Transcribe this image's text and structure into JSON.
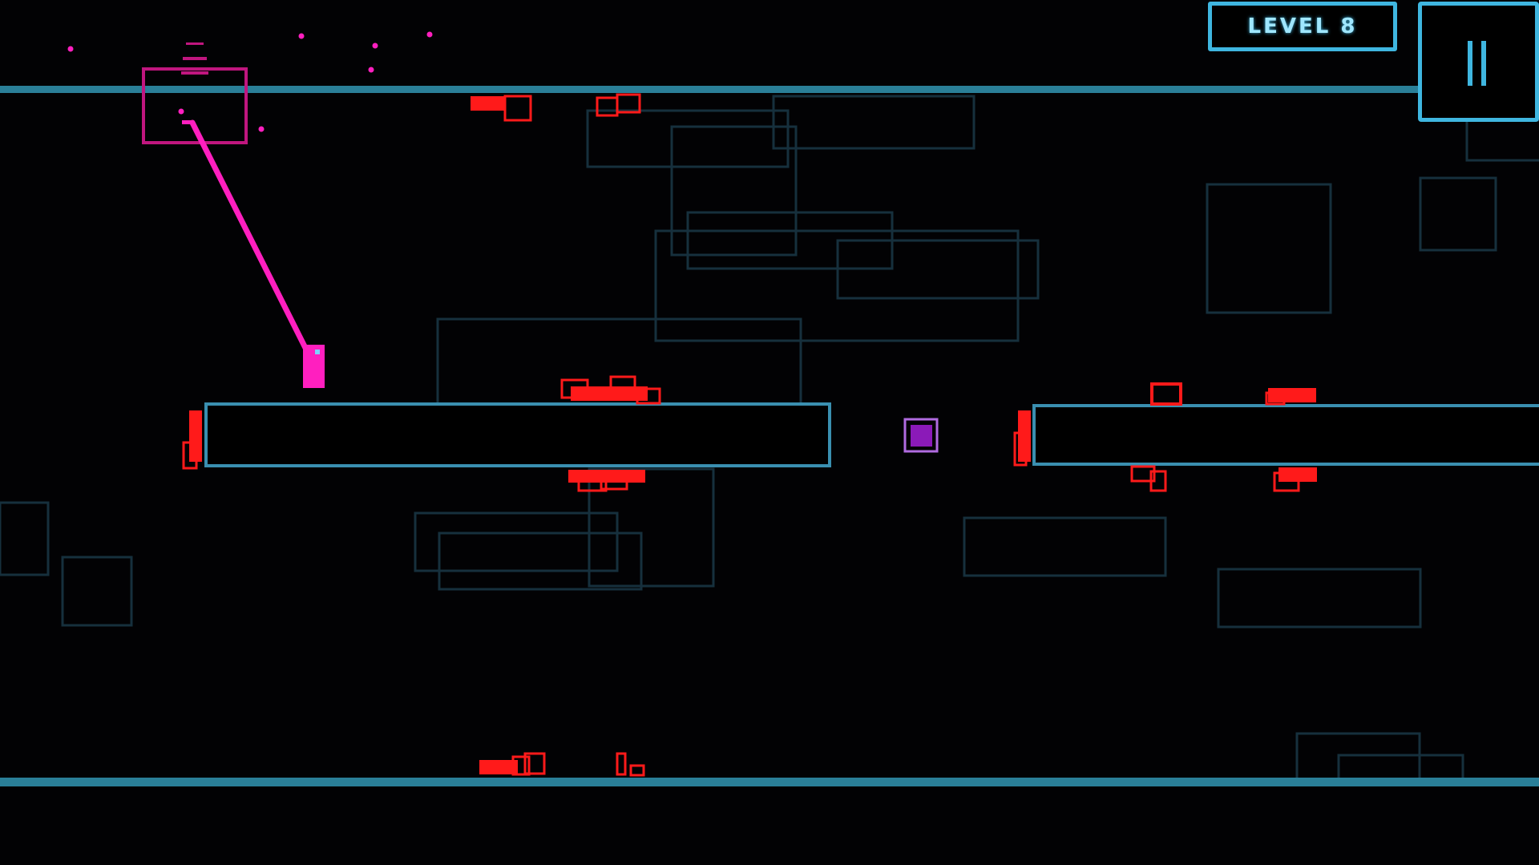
{
  "hud": {
    "level_label": "LEVEL 8",
    "pause_icon": "pause-icon"
  },
  "colors": {
    "background": "#020204",
    "rail": "#2a7f98",
    "platform_border": "#3a8fb0",
    "faint_block": "#16303d",
    "hazard": "#ff1a1a",
    "grapple": "#ff1fbf",
    "anchor": "#c0167f",
    "exit_block": "#8b1ab8",
    "hud_accent": "#3fb6e0"
  },
  "scene": {
    "player": "player-block",
    "grapple_line": "grapple-rope",
    "anchor": "grapple-anchor",
    "exit": "exit-cube"
  }
}
